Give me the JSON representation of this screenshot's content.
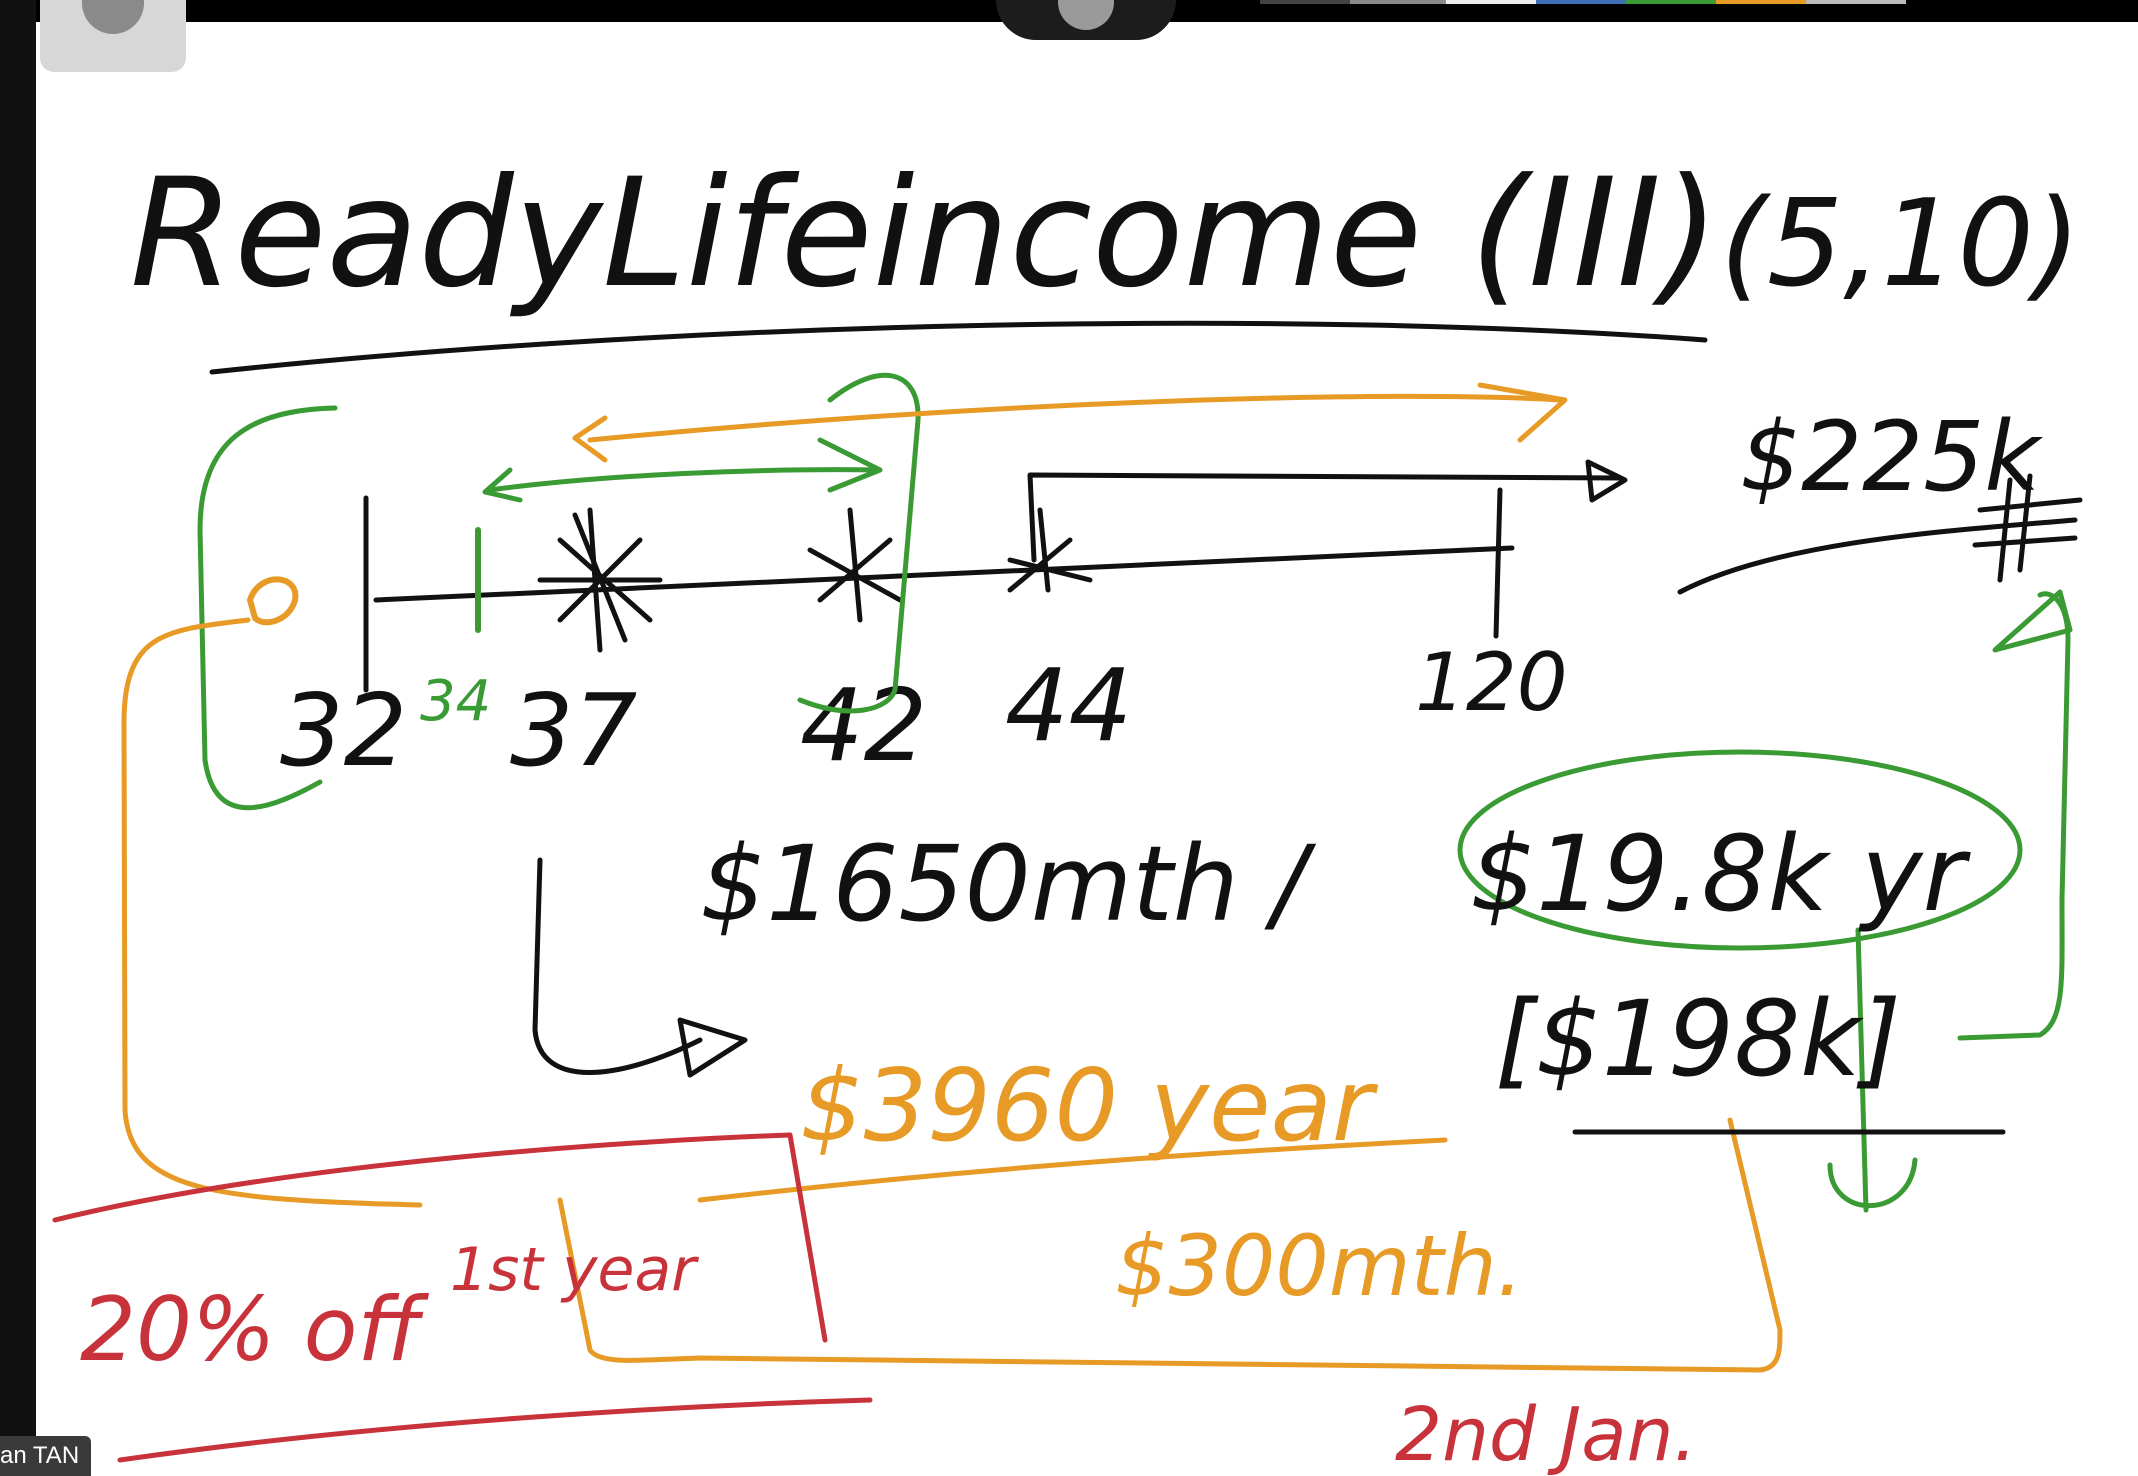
{
  "colors": {
    "black": "#111111",
    "green": "#3a9a34",
    "orange": "#e79a25",
    "red": "#c8323a"
  },
  "whiteboard": {
    "title": "ReadyLifeincome (III)",
    "title_range": "(5,10)",
    "timeline_ticks": {
      "start": "32",
      "green": "34",
      "t1": "37",
      "t2": "42",
      "t3": "44",
      "end": "120"
    },
    "payout_total": "$225k",
    "monthly_payout": "$1650mth /",
    "yearly_payout": "$19.8k yr",
    "bracket_total": "[$198k]",
    "orange_year": "$3960 year",
    "orange_month": "$300mth.",
    "discount_note": "20% off",
    "discount_note_2": "1st year",
    "date_note": "2nd Jan."
  },
  "participant": {
    "name": "an TAN"
  },
  "icons": {
    "camera_control": "camera-button-icon",
    "top_center": "notch-control-icon"
  }
}
